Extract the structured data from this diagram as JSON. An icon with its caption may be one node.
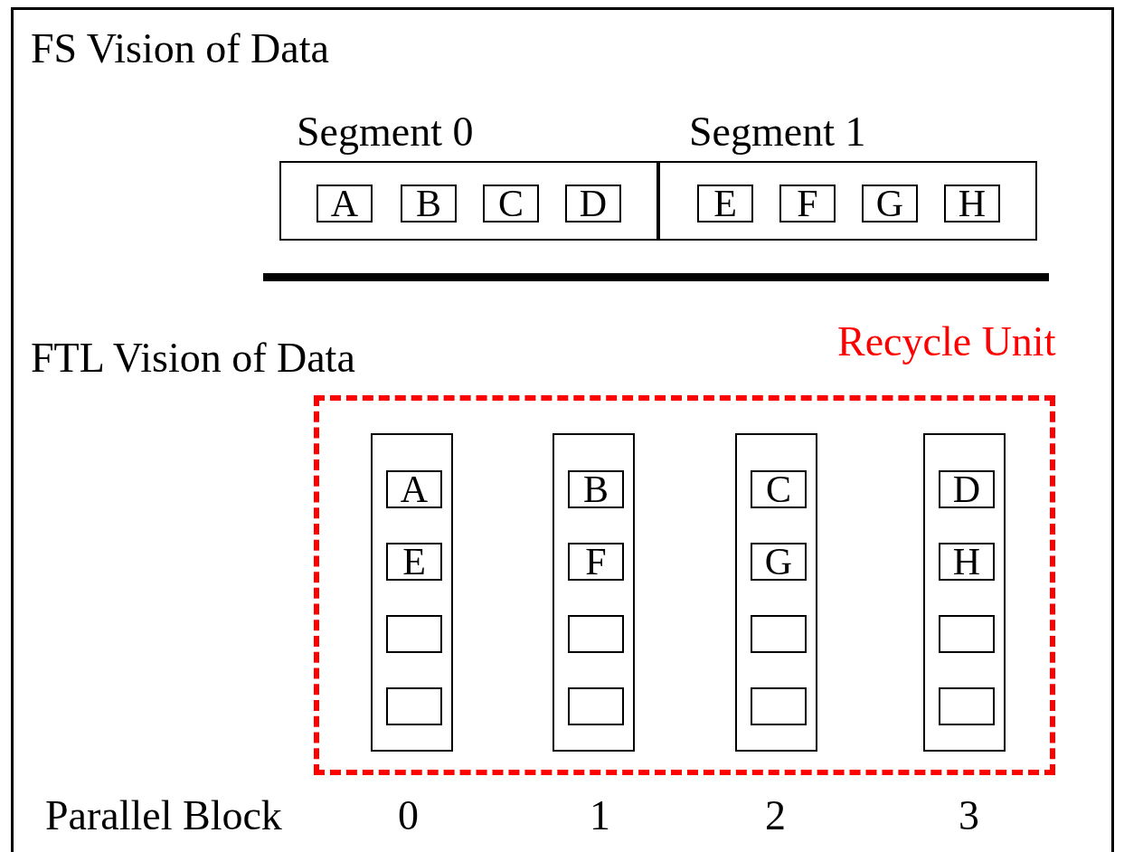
{
  "diagram": {
    "nodes": [
      {
        "text": [
          "Segment 0"
        ]
      },
      {
        "text": [
          "A"
        ],
        "in": 0
      },
      {
        "text": [
          "B"
        ],
        "in": 0
      },
      {
        "text": [
          "C"
        ],
        "in": 0
      },
      {
        "text": [
          "D"
        ],
        "in": 0
      },
      {
        "text": [
          "Segment 1"
        ]
      },
      {
        "text": [
          "E"
        ],
        "in": 5
      },
      {
        "text": [
          "F"
        ],
        "in": 5
      },
      {
        "text": [
          "G"
        ],
        "in": 5
      },
      {
        "text": [
          "H"
        ],
        "in": 5
      },
      {
        "text": [
          "Recycle Unit"
        ]
      },
      {
        "text": [],
        "shape": "box",
        "in": 10
      },
      {
        "text": [
          "A"
        ],
        "in": 11
      },
      {
        "text": [
          "E"
        ],
        "in": 11
      },
      {
        "text": [],
        "shape": "box",
        "in": 11
      },
      {
        "text": [],
        "shape": "box",
        "in": 11
      },
      {
        "text": [],
        "shape": "box",
        "in": 10
      },
      {
        "text": [
          "B"
        ],
        "in": 16
      },
      {
        "text": [
          "F"
        ],
        "in": 16
      },
      {
        "text": [],
        "shape": "box",
        "in": 16
      },
      {
        "text": [],
        "shape": "box",
        "in": 16
      },
      {
        "text": [],
        "shape": "box",
        "in": 10
      },
      {
        "text": [
          "C"
        ],
        "in": 21
      },
      {
        "text": [
          "G"
        ],
        "in": 21
      },
      {
        "text": [],
        "shape": "box",
        "in": 21
      },
      {
        "text": [],
        "shape": "box",
        "in": 21
      },
      {
        "text": [],
        "shape": "box",
        "in": 10
      },
      {
        "text": [
          "D"
        ],
        "in": 26
      },
      {
        "text": [
          "H"
        ],
        "in": 26
      },
      {
        "text": [],
        "shape": "box",
        "in": 26
      },
      {
        "text": [],
        "shape": "box",
        "in": 26
      }
    ],
    "labels": [
      "FS Vision of Data",
      "FTL Vision of Data",
      "Parallel Block",
      "0",
      "1",
      "2",
      "3"
    ]
  }
}
